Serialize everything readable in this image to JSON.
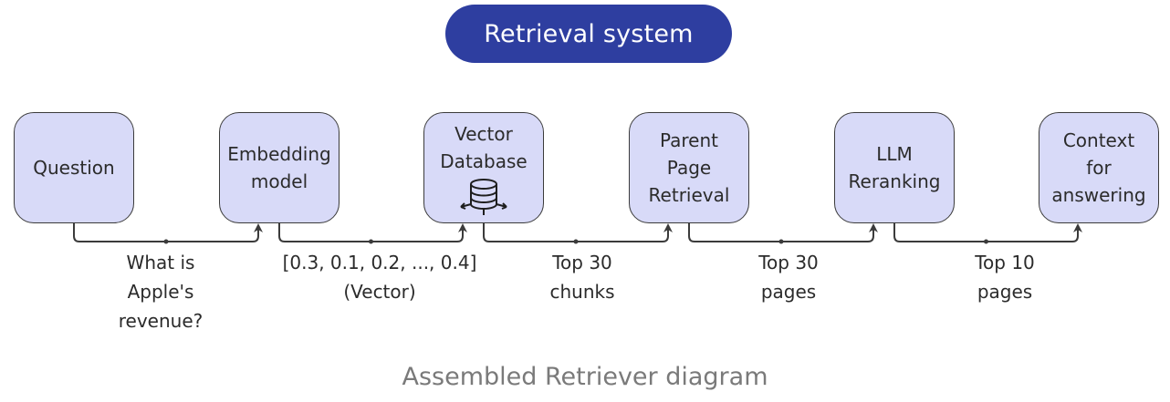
{
  "title": "Retrieval system",
  "nodes": [
    {
      "id": "question",
      "label": "Question"
    },
    {
      "id": "embedding",
      "label": "Embedding\nmodel"
    },
    {
      "id": "vector-db",
      "label": "Vector\nDatabase",
      "icon": "database-icon"
    },
    {
      "id": "parent-page",
      "label": "Parent\nPage\nRetrieval"
    },
    {
      "id": "llm-rerank",
      "label": "LLM\nReranking"
    },
    {
      "id": "context",
      "label": "Context\nfor\nanswering"
    }
  ],
  "edges": [
    {
      "from": "question",
      "to": "embedding",
      "label": "What is\nApple's\nrevenue?"
    },
    {
      "from": "embedding",
      "to": "vector-db",
      "label": "[0.3, 0.1, 0.2, ..., 0.4]\n(Vector)"
    },
    {
      "from": "vector-db",
      "to": "parent-page",
      "label": "Top 30\nchunks"
    },
    {
      "from": "parent-page",
      "to": "llm-rerank",
      "label": "Top 30\npages"
    },
    {
      "from": "llm-rerank",
      "to": "context",
      "label": "Top 10\npages"
    }
  ],
  "caption": "Assembled Retriever diagram",
  "colors": {
    "title_bg": "#2e3ea0",
    "node_fill": "#d8daf8",
    "node_border": "#3b3b3b",
    "caption": "#7a7a7a"
  }
}
